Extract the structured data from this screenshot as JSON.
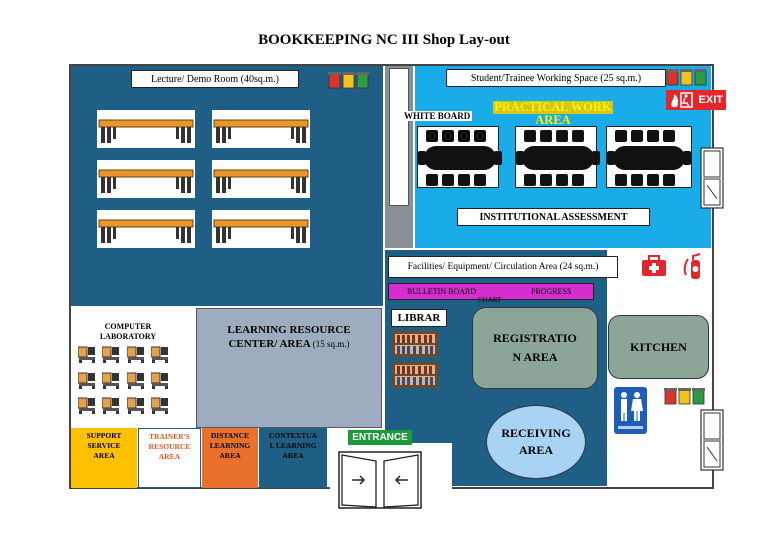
{
  "title": "BOOKKEEPING NC III Shop Lay-out",
  "areas": {
    "lecture": "Lecture/ Demo Room (40sq.m.)",
    "student": "Student/Trainee Working Space (25 sq.m.)",
    "practical_line1": "PRACTICAL WORK",
    "practical_line2": "AREA",
    "white_board": "WHITE BOARD",
    "institutional": "INSTITUTIONAL ASSESSMENT",
    "exit": "EXIT",
    "facilities": "Facilities/ Equipment/ Circulation Area (24 sq.m.)",
    "bulletin": "BULLETIN BOARD",
    "progress": "PROGRESS",
    "chart": "CHART",
    "library": "LIBRAR",
    "registration_line1": "REGISTRATIO",
    "registration_line2": "N AREA",
    "kitchen": "KITCHEN",
    "receiving_line1": "RECEIVING",
    "receiving_line2": "AREA",
    "computer_lab_line1": "COMPUTER",
    "computer_lab_line2": "LABORATORY",
    "lrc_line1": "LEARNING RESOURCE",
    "lrc_line2": "CENTER/ AREA",
    "lrc_size": "(15 sq.m.)",
    "support_line1": "SUPPORT",
    "support_line2": "SERVICE",
    "support_line3": "AREA",
    "trainer_line1": "TRAINER'S",
    "trainer_line2": "RESOURCE",
    "trainer_line3": "AREA",
    "distance_line1": "DISTANCE",
    "distance_line2": "LEARNING",
    "distance_line3": "AREA",
    "contextual_line1": "CONTEXTUA",
    "contextual_line2": "L LEARNING",
    "contextual_line3": "AREA",
    "entrance": "ENTRANCE"
  },
  "colors": {
    "dark_blue": "#1f5f85",
    "light_blue": "#1aabe9",
    "support": "#ffc000",
    "distance": "#e9712b",
    "contextual": "#1f5f85",
    "bulletin": "#d52dd0",
    "green_sign": "#1b9a3c",
    "exit_red": "#e3262b"
  },
  "icons": [
    "recycle-bins-icon",
    "table-icon",
    "conference-table-icon",
    "computer-desk-icon",
    "bookshelf-icon",
    "first-aid-icon",
    "fire-extinguisher-icon",
    "restroom-icon",
    "window-icon",
    "double-door-icon",
    "exit-sign-icon"
  ]
}
